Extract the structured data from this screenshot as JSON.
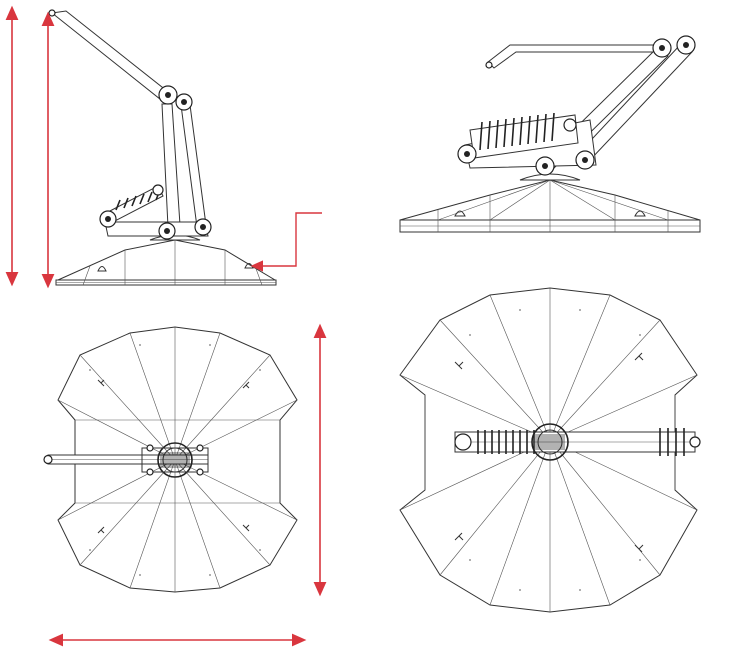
{
  "drawing": {
    "line_color": "#333333",
    "accent_color": "#d9363e",
    "background": "#ffffff",
    "views": [
      "side-view",
      "perspective-view",
      "top-view",
      "top-view-perspective"
    ],
    "plate_sectors": 12,
    "icons": [
      "height-dimension-arrow",
      "width-dimension-arrow",
      "leader-arrow"
    ]
  }
}
